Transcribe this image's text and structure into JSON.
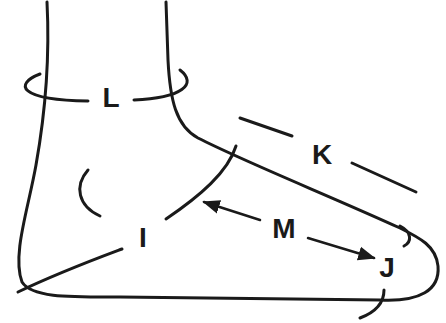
{
  "diagram": {
    "labels": [
      "L",
      "K",
      "M",
      "I",
      "J"
    ]
  }
}
